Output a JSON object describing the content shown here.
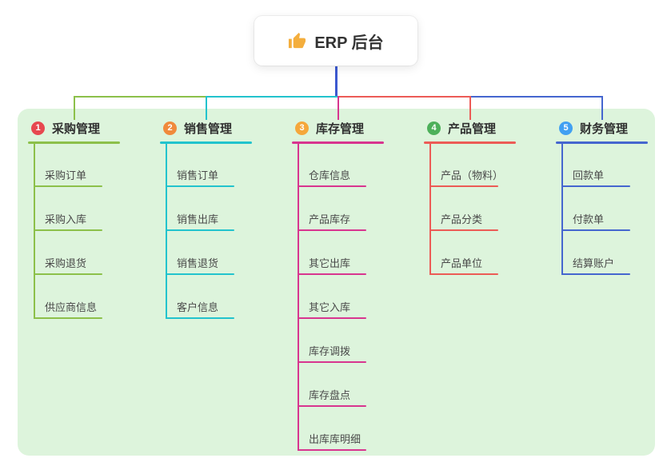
{
  "canvas": {
    "background": "#ffffff",
    "panel_color": "#ddf4dc"
  },
  "root": {
    "label": "ERP 后台",
    "icon": "thumbs-up-icon",
    "icon_color": "#f4ae3d",
    "trunk_color": "#3c59d0"
  },
  "branches": [
    {
      "num": "1",
      "label": "采购管理",
      "badge_color": "#e7484f",
      "line_color": "#8cc04a",
      "children": [
        "采购订单",
        "采购入库",
        "采购退货",
        "供应商信息"
      ]
    },
    {
      "num": "2",
      "label": "销售管理",
      "badge_color": "#f08a3c",
      "line_color": "#22c3cd",
      "children": [
        "销售订单",
        "销售出库",
        "销售退货",
        "客户信息"
      ]
    },
    {
      "num": "3",
      "label": "库存管理",
      "badge_color": "#f5a73b",
      "line_color": "#d8358f",
      "children": [
        "仓库信息",
        "产品库存",
        "其它出库",
        "其它入库",
        "库存调拨",
        "库存盘点",
        "出库库明细"
      ]
    },
    {
      "num": "4",
      "label": "产品管理",
      "badge_color": "#4db05a",
      "line_color": "#ec5b56",
      "children": [
        "产品（物料）",
        "产品分类",
        "产品单位"
      ]
    },
    {
      "num": "5",
      "label": "财务管理",
      "badge_color": "#41a0f2",
      "line_color": "#4566cf",
      "children": [
        "回款单",
        "付款单",
        "结算账户"
      ]
    }
  ]
}
